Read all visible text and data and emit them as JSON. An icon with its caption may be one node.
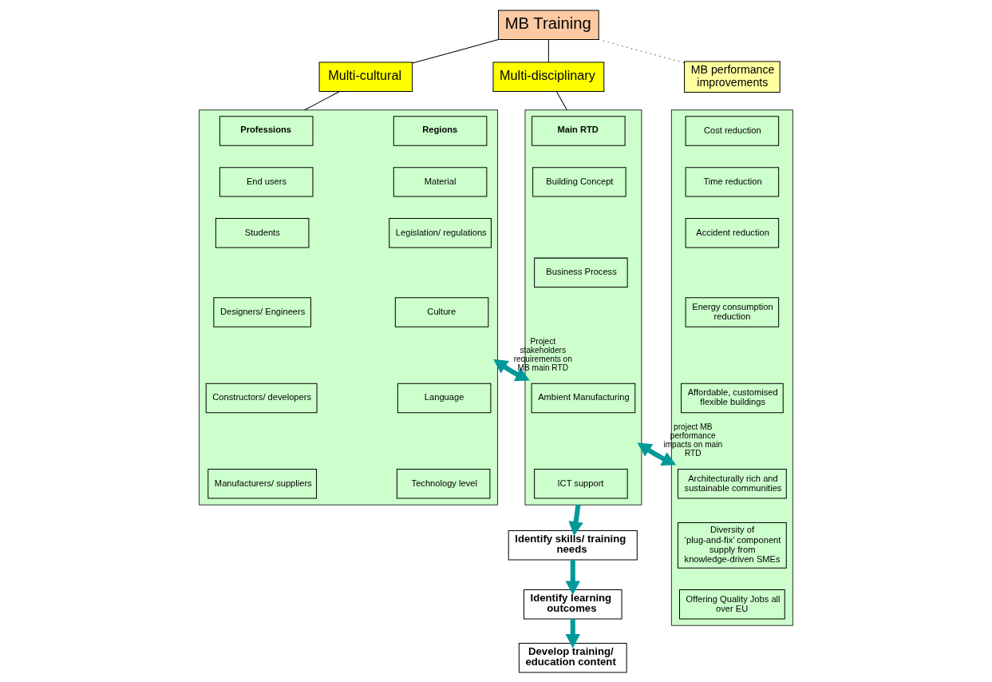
{
  "diagram": {
    "nodes": [
      {
        "text": [
          "MB Training"
        ]
      },
      {
        "text": [
          "Multi-cultural"
        ]
      },
      {
        "text": [
          "Multi-disciplinary"
        ]
      },
      {
        "text": [
          "MB performance improvements"
        ]
      },
      {
        "text": [],
        "shape": "box"
      },
      {
        "text": [
          "Professions"
        ],
        "in": 4
      },
      {
        "text": [
          "End users"
        ],
        "in": 4
      },
      {
        "text": [
          "Students"
        ],
        "in": 4
      },
      {
        "text": [
          "Designers/ Engineers"
        ],
        "in": 4
      },
      {
        "text": [
          "Constructors/ developers"
        ],
        "in": 4
      },
      {
        "text": [
          "Manufacturers/ suppliers"
        ],
        "in": 4
      },
      {
        "text": [
          "Regions"
        ],
        "in": 4
      },
      {
        "text": [
          "Material"
        ],
        "in": 4
      },
      {
        "text": [
          "Legislation/ regulations"
        ],
        "in": 4
      },
      {
        "text": [
          "Culture"
        ],
        "in": 4
      },
      {
        "text": [
          "Language"
        ],
        "in": 4
      },
      {
        "text": [
          "Technology level"
        ],
        "in": 4
      },
      {
        "text": [],
        "shape": "box"
      },
      {
        "text": [
          "Main RTD"
        ],
        "in": 17
      },
      {
        "text": [
          "Building Concept"
        ],
        "in": 17
      },
      {
        "text": [
          "Business Process"
        ],
        "in": 17
      },
      {
        "text": [
          "Ambient Manufacturing"
        ],
        "in": 17
      },
      {
        "text": [
          "ICT support"
        ],
        "in": 17
      },
      {
        "text": [],
        "shape": "box"
      },
      {
        "text": [
          "Cost reduction"
        ],
        "in": 23
      },
      {
        "text": [
          "Time reduction"
        ],
        "in": 23
      },
      {
        "text": [
          "Accident reduction"
        ],
        "in": 23
      },
      {
        "text": [
          "Energy consumption reduction"
        ],
        "in": 23
      },
      {
        "text": [
          "Affordable, customised flexible buildings"
        ],
        "in": 23
      },
      {
        "text": [
          "Architecturally rich and sustainable communities"
        ],
        "in": 23
      },
      {
        "text": [
          "Diversity of ‘plug-and-fix’ component supply from knowledge-driven SMEs"
        ],
        "in": 23
      },
      {
        "text": [
          "Offering Quality Jobs all over EU"
        ],
        "in": 23
      },
      {
        "text": [
          "Identify skills/ training needs"
        ]
      },
      {
        "text": [
          "Identify learning outcomes"
        ]
      },
      {
        "text": [
          "Develop training/ education content"
        ]
      }
    ],
    "edges": [
      {
        "from": 0,
        "to": 1,
        "arrow": "none"
      },
      {
        "from": 0,
        "to": 2,
        "arrow": "none"
      },
      {
        "from": 0,
        "to": 3,
        "arrow": "none",
        "style": "dashed"
      },
      {
        "from": 1,
        "to": 4,
        "arrow": "none"
      },
      {
        "from": 2,
        "to": 17,
        "arrow": "none"
      },
      {
        "from": 4,
        "to": 17,
        "arrow": "both",
        "label": "Project stakeholders requirements on MB main RTD",
        "style": "thick",
        "color": "#009999"
      },
      {
        "from": 17,
        "to": 23,
        "arrow": "both",
        "label": "project MB performance impacts on main RTD",
        "style": "thick",
        "color": "#009999"
      },
      {
        "from": 17,
        "to": 32,
        "arrow": "to",
        "style": "thick",
        "color": "#009999"
      },
      {
        "from": 32,
        "to": 33,
        "arrow": "to",
        "style": "thick",
        "color": "#009999"
      },
      {
        "from": 33,
        "to": 34,
        "arrow": "to",
        "style": "thick",
        "color": "#009999"
      }
    ]
  }
}
